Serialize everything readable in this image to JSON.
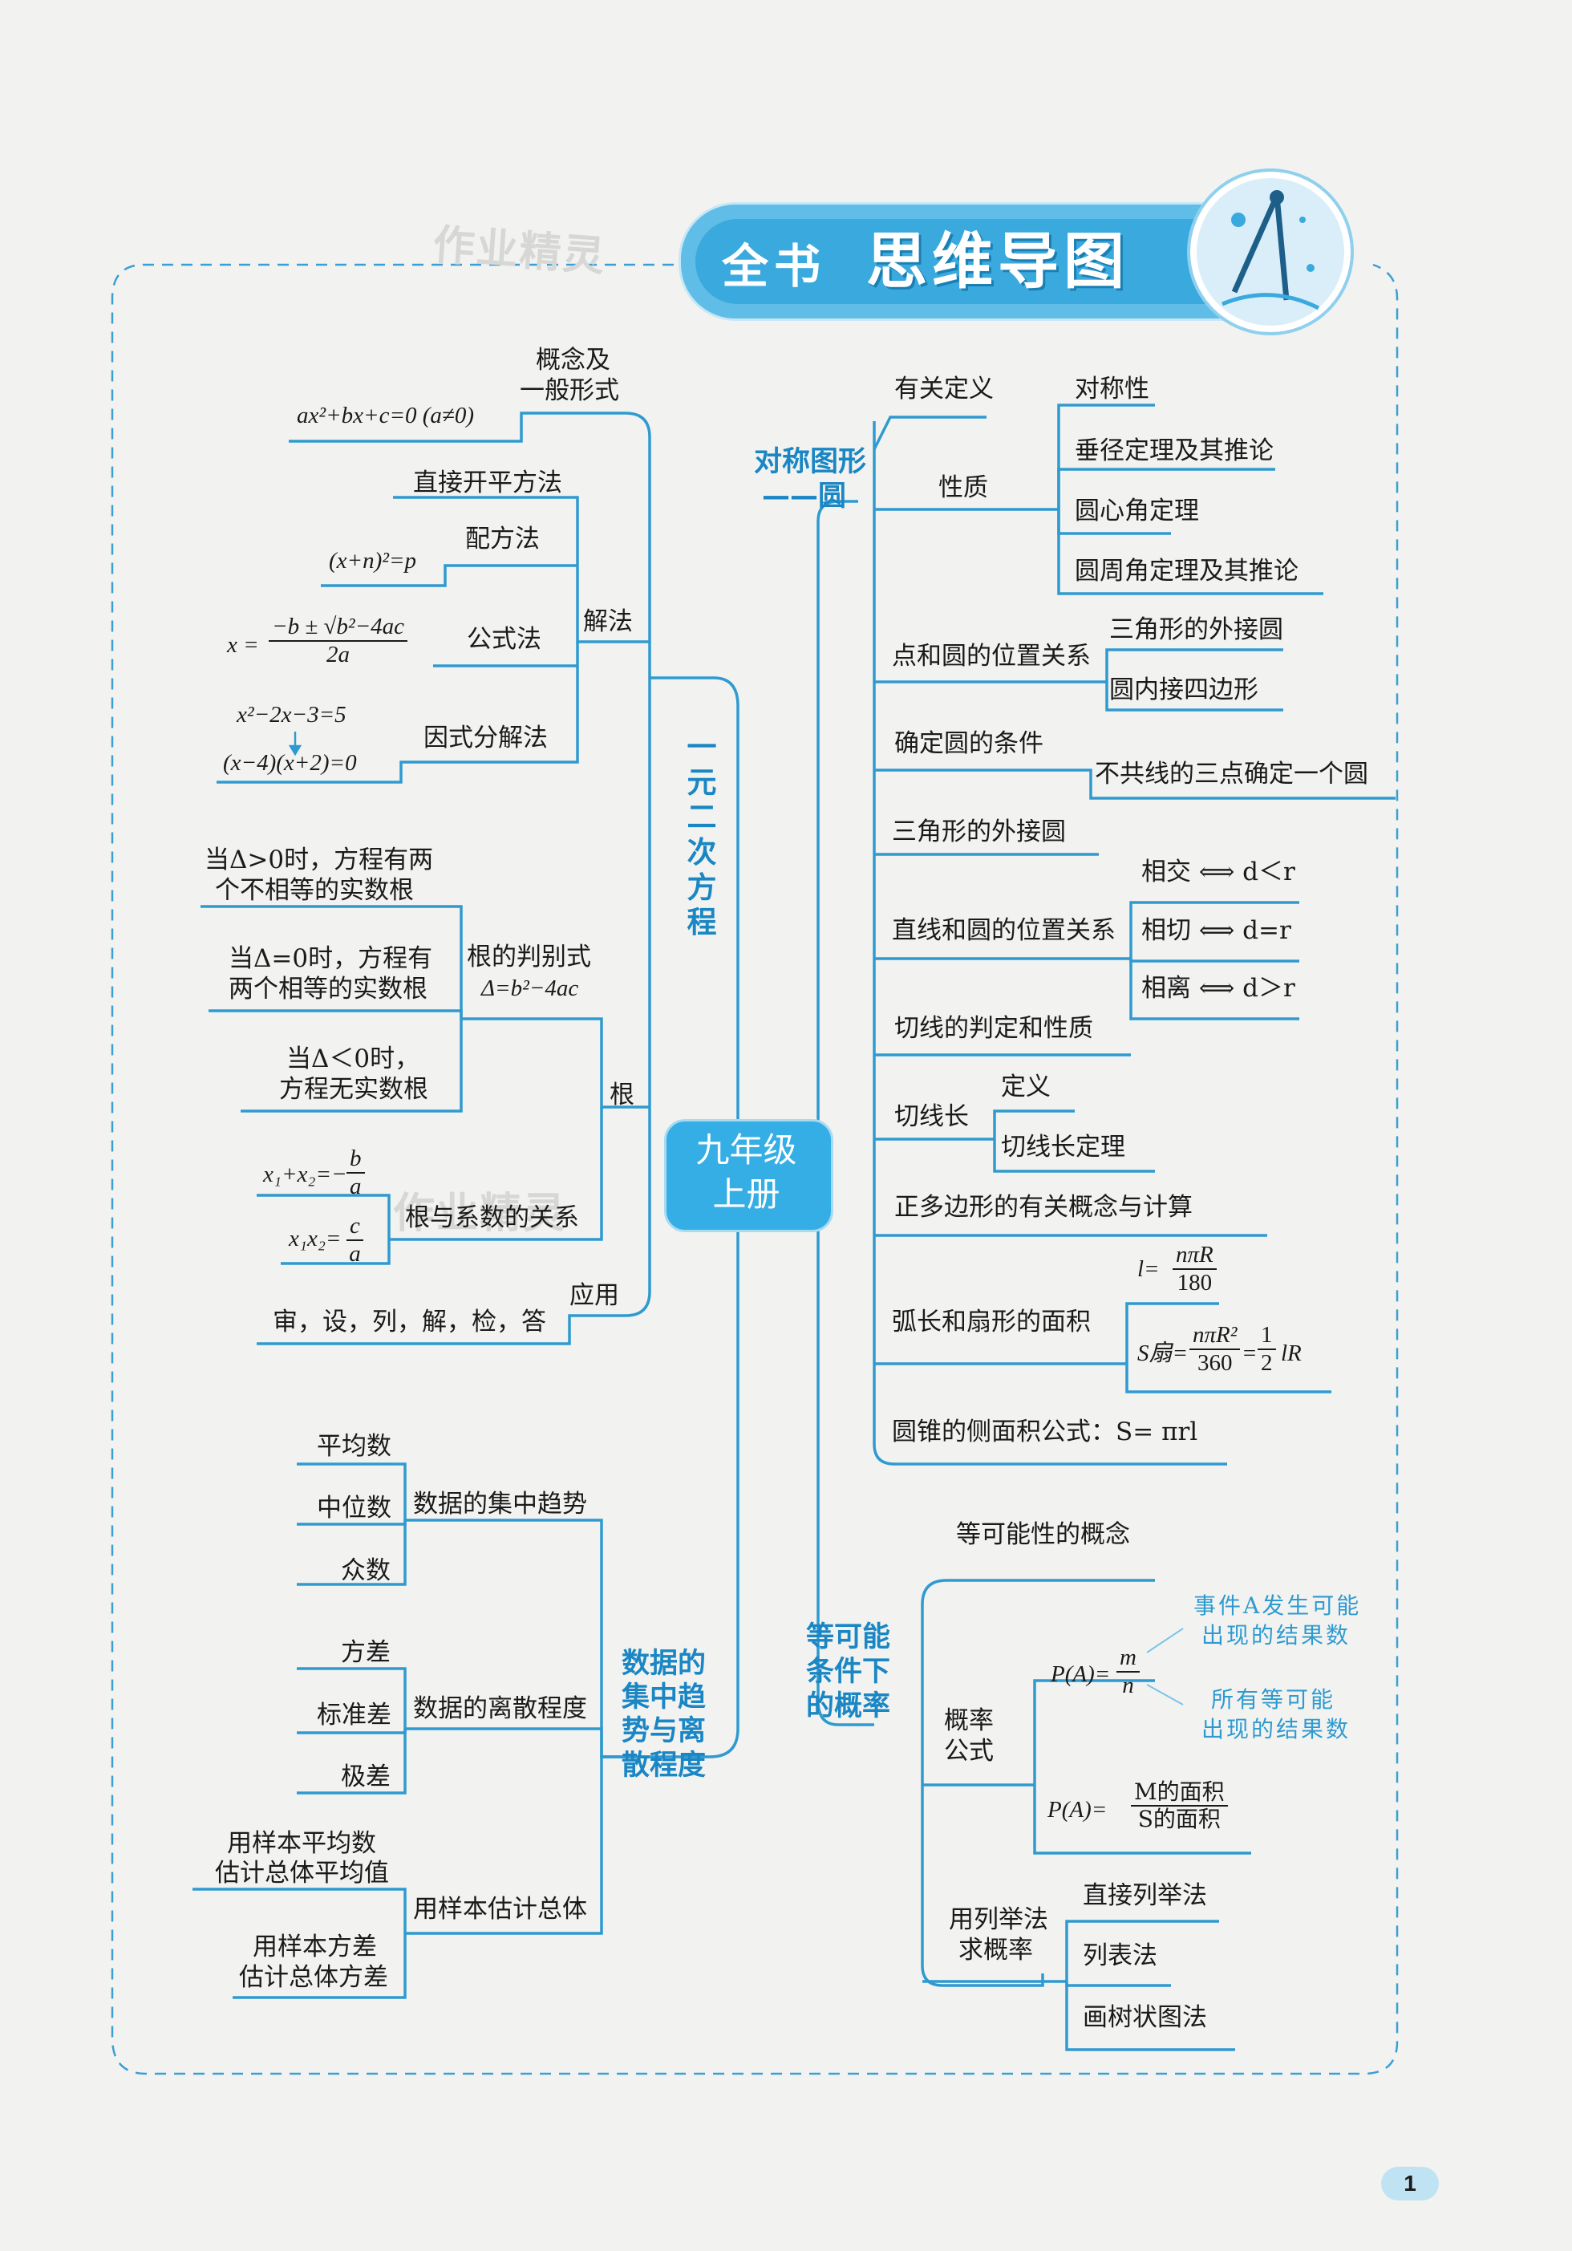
{
  "header": {
    "quan": "全",
    "shu": "书",
    "banner": "思维导图",
    "watermark": "作业精灵"
  },
  "center": {
    "line1": "九年级",
    "line2": "上册"
  },
  "left": {
    "eq": {
      "title": "一元二次方程",
      "concept": {
        "label1": "概念及",
        "label2": "一般形式",
        "formula": "ax²+bx+c=0 (a≠0)"
      },
      "solve": {
        "label": "解法",
        "direct": "直接开平方法",
        "complete": "配方法",
        "complete_eq": "(x+n)²=p",
        "formula_label": "公式法",
        "formula_lhs": "x =",
        "formula_num": "−b ± √b²−4ac",
        "formula_den": "2a",
        "factor": "因式分解法",
        "factor_eq1": "x²−2x−3=5",
        "factor_eq2": "(x−4)(x+2)=0"
      },
      "root": {
        "label": "根",
        "disc1": "根的判别式",
        "disc2": "Δ=b²−4ac",
        "pos1": "当Δ>0时，方程有两",
        "pos2": "个不相等的实数根",
        "zero1": "当Δ=0时，方程有",
        "zero2": "两个相等的实数根",
        "neg1": "当Δ＜0时，",
        "neg2": "方程无实数根",
        "vieta": "根与系数的关系",
        "sum_lhs": "x₁+x₂=−",
        "sum_num": "b",
        "sum_den": "a",
        "prod_lhs": "x₁x₂=",
        "prod_num": "c",
        "prod_den": "a"
      },
      "apply": {
        "label": "应用",
        "steps": "审，设，列，解，检，答"
      }
    },
    "stats": {
      "title1": "数据的",
      "title2": "集中趋",
      "title3": "势与离",
      "title4": "散程度",
      "central": "数据的集中趋势",
      "mean": "平均数",
      "median": "中位数",
      "mode": "众数",
      "dispersion": "数据的离散程度",
      "variance": "方差",
      "std": "标准差",
      "range": "极差",
      "sample": "用样本估计总体",
      "s1a": "用样本平均数",
      "s1b": "估计总体平均值",
      "s2a": "用样本方差",
      "s2b": "估计总体方差"
    }
  },
  "right": {
    "circle": {
      "title1": "对称图形",
      "title2": "——圆",
      "def": "有关定义",
      "prop": "性质",
      "sym": "对称性",
      "perp": "垂径定理及其推论",
      "central": "圆心角定理",
      "inscribed": "圆周角定理及其推论",
      "point": "点和圆的位置关系",
      "circum": "三角形的外接圆",
      "cyclic": "圆内接四边形",
      "determine": "确定圆的条件",
      "three": "不共线的三点确定一个圆",
      "tri_circum": "三角形的外接圆",
      "line": "直线和圆的位置关系",
      "intersect": "相交 ⟺ d＜r",
      "tangent": "相切 ⟺ d=r",
      "separate": "相离 ⟺ d＞r",
      "tan_judge": "切线的判定和性质",
      "tan_len": "切线长",
      "tan_def": "定义",
      "tan_thm": "切线长定理",
      "polygon": "正多边形的有关概念与计算",
      "arc": "弧长和扇形的面积",
      "l_lhs": "l=",
      "l_num": "nπR",
      "l_den": "180",
      "s_lhs": "S扇=",
      "s_num": "nπR²",
      "s_den": "360",
      "s_eq": "=",
      "s_half_num": "1",
      "s_half_den": "2",
      "s_tail": "lR",
      "cone": "圆锥的侧面积公式：S= πrl"
    },
    "prob": {
      "title1": "等可能",
      "title2": "条件下",
      "title3": "的概率",
      "concept": "等可能性的概念",
      "formula1": "概率",
      "formula2": "公式",
      "pa_lhs": "P(A)=",
      "pa_num": "m",
      "pa_den": "n",
      "note1a": "事件A发生可能",
      "note1b": "出现的结果数",
      "note2a": "所有等可能",
      "note2b": "出现的结果数",
      "geo_lhs": "P(A)=",
      "geo_num": "M的面积",
      "geo_den": "S的面积",
      "list1": "用列举法",
      "list2": "求概率",
      "direct": "直接列举法",
      "table": "列表法",
      "tree": "画树状图法"
    }
  },
  "page": "1",
  "colors": {
    "line": "#2f9ad0",
    "border": "#3a9fd6",
    "center_bg": "#35aee6",
    "banner_bg": "#4ab3e3",
    "page_bg": "#f2f3f1"
  }
}
